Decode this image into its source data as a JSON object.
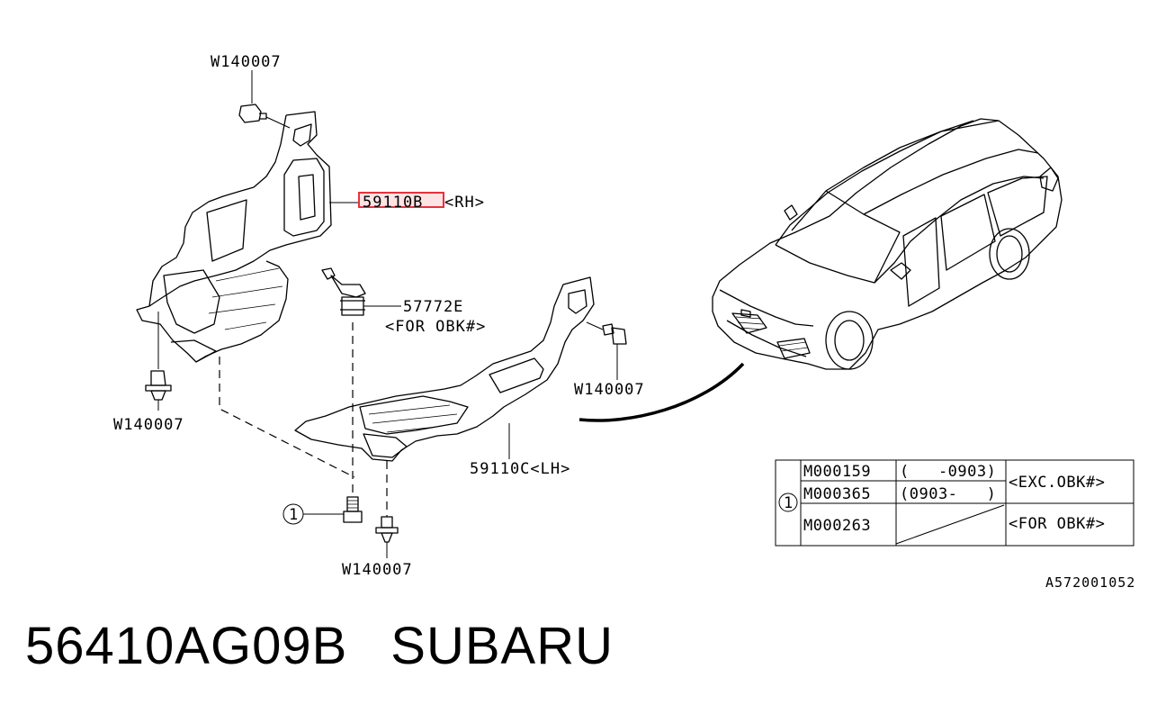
{
  "labels": {
    "top_bolt": "W140007",
    "rh_part_number": "59110B",
    "rh_side": "<RH>",
    "clip_number": "57772E",
    "clip_condition": "<FOR OBK#>",
    "right_bolt": "W140007",
    "left_bolt": "W140007",
    "lh_part": "59110C<LH>",
    "bottom_bolt": "W140007",
    "ref_number": "1"
  },
  "table": {
    "ref": "1",
    "rows": [
      {
        "code": "M000159",
        "range": "(   -0903)"
      },
      {
        "code": "M000365",
        "range": "(0903-   )"
      },
      {
        "code": "M000263",
        "range": ""
      }
    ],
    "condition_exc": "<EXC.OBK#>",
    "condition_for": "<FOR OBK#>"
  },
  "diagram_code": "A572001052",
  "part_number": "56410AG09B",
  "brand": "SUBARU",
  "highlight_color": "#e8323c"
}
